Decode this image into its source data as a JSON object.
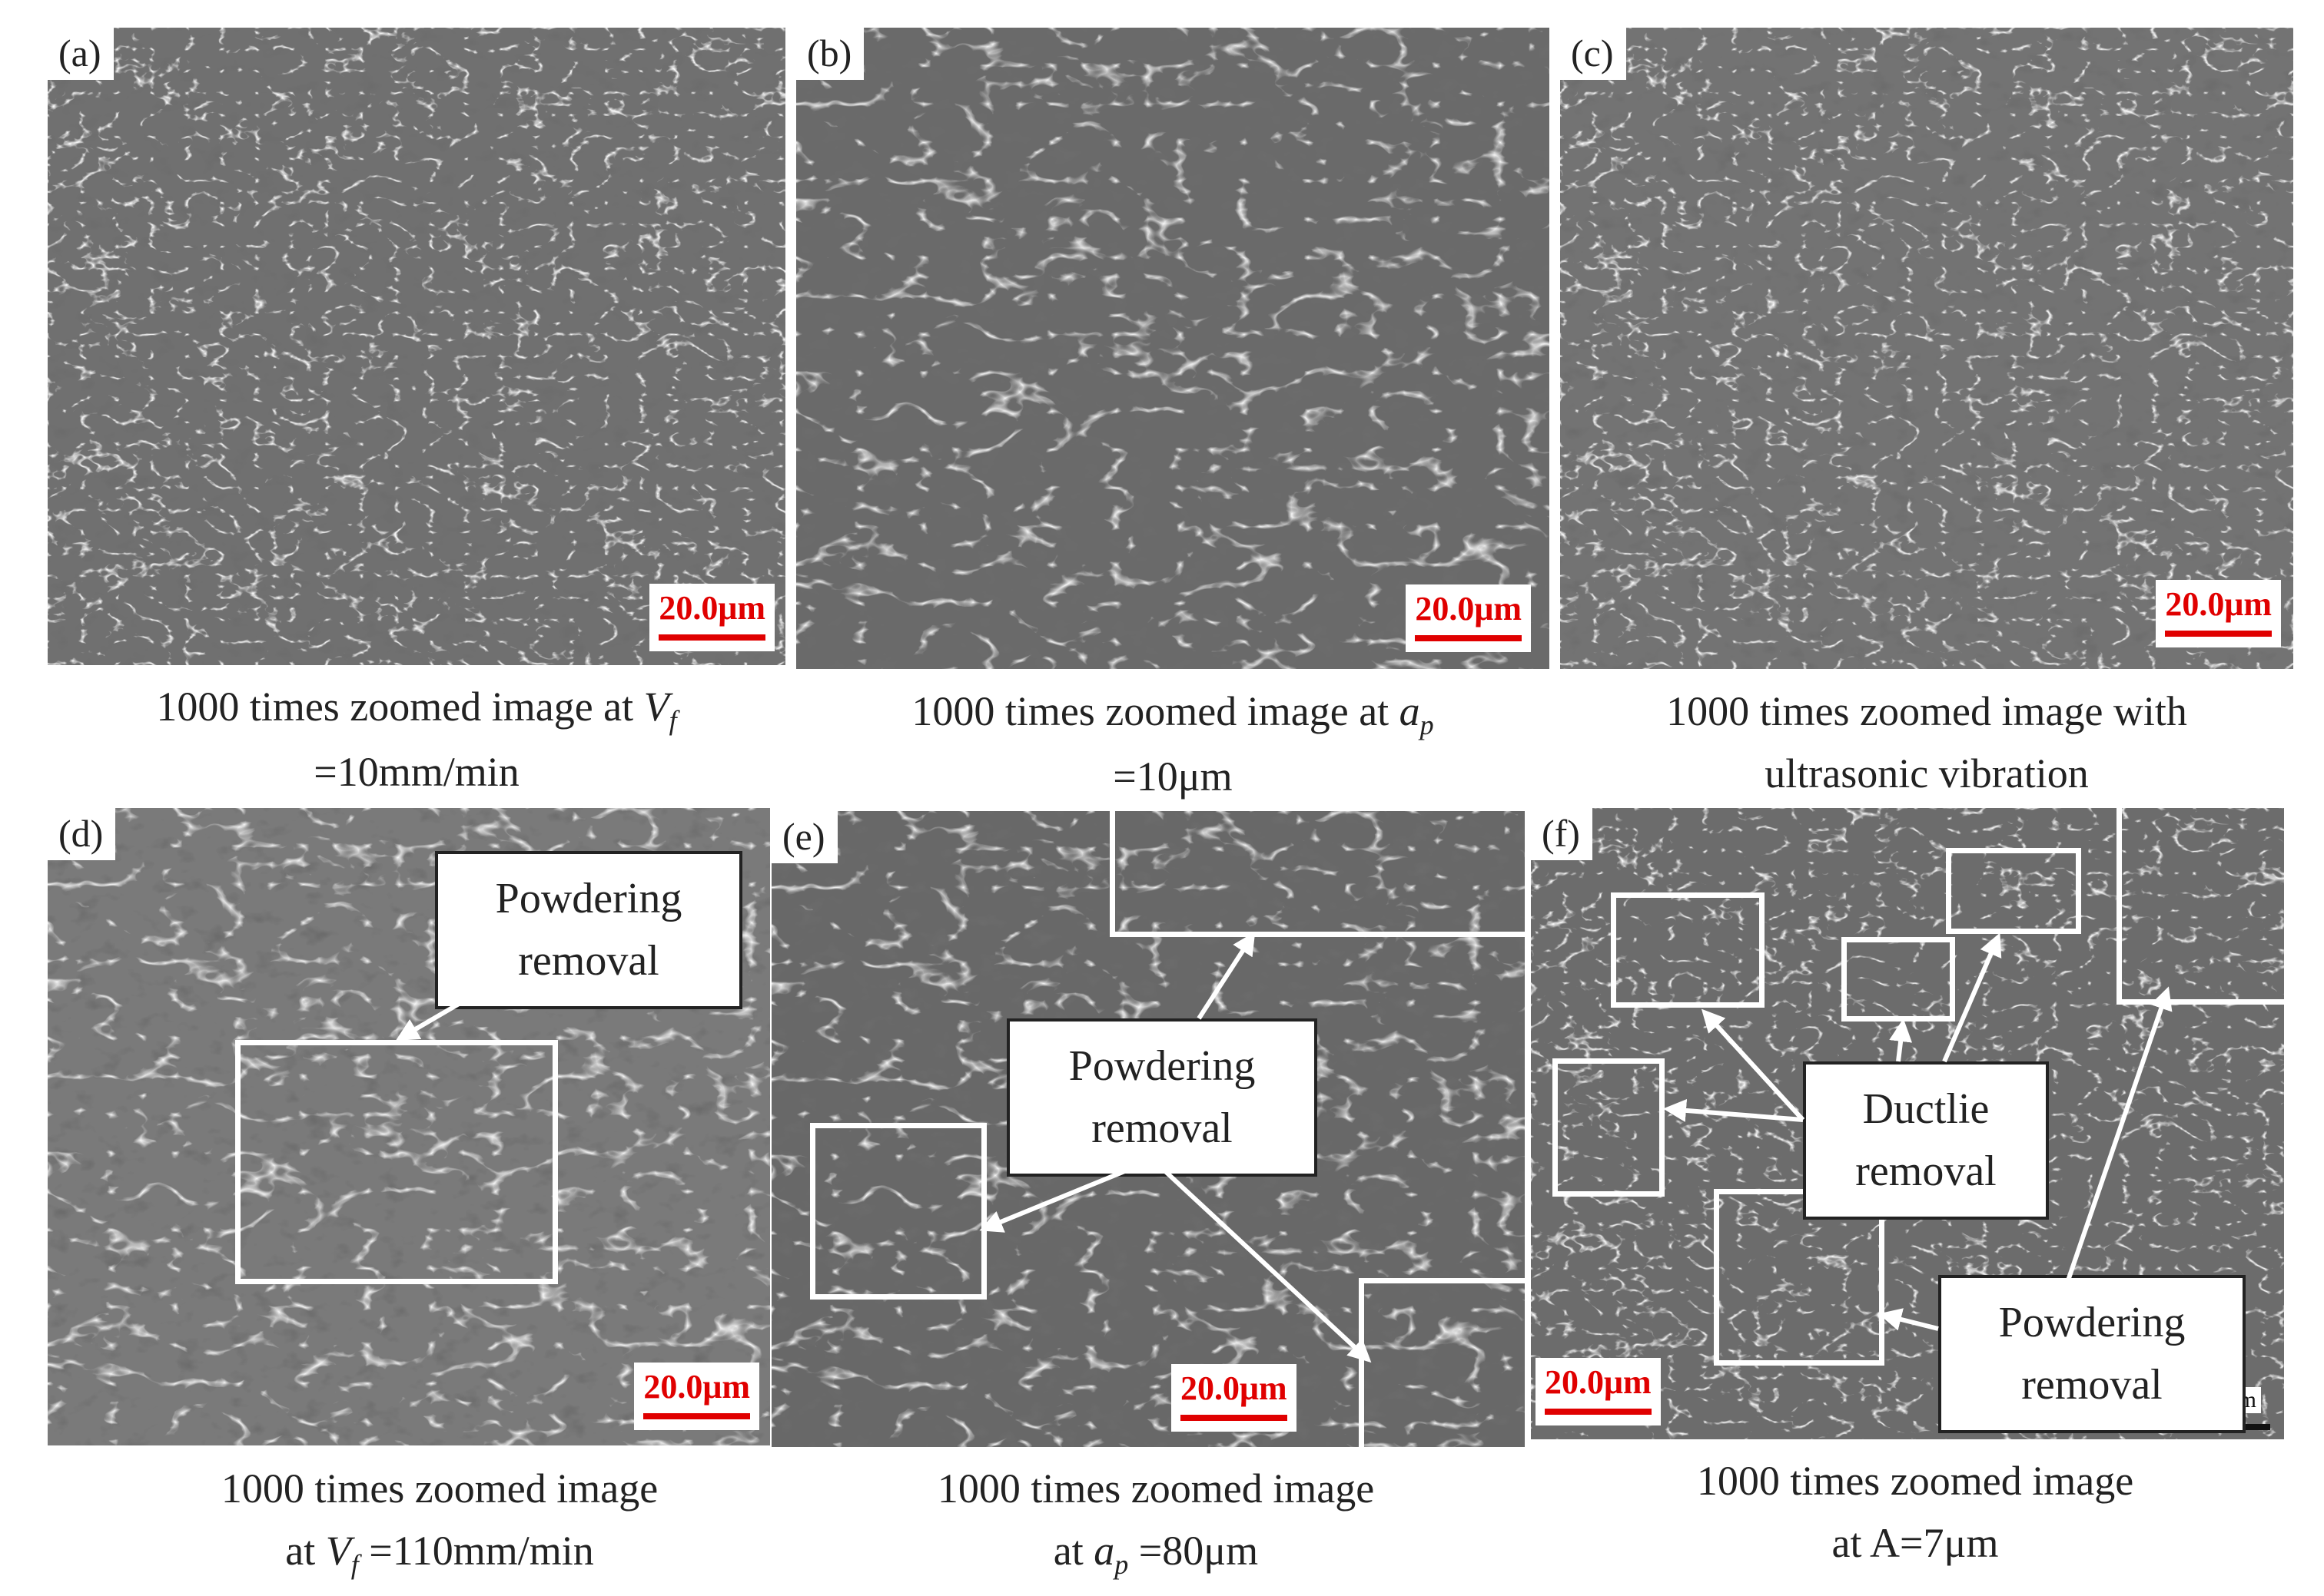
{
  "panels": {
    "a": {
      "label": "(a)",
      "scale": "20.0μm",
      "caption_line1": "1000 times zoomed image at ",
      "caption_var": "V",
      "caption_sub": "f",
      "caption_line2": "=10mm/min"
    },
    "b": {
      "label": "(b)",
      "scale": "20.0μm",
      "caption_line1": "1000 times zoomed image at ",
      "caption_var": "a",
      "caption_sub": "p",
      "caption_line2": "=10μm"
    },
    "c": {
      "label": "(c)",
      "scale": "20.0μm",
      "caption_line1": "1000 times zoomed image with",
      "caption_line2": "ultrasonic vibration"
    },
    "d": {
      "label": "(d)",
      "scale": "20.0μm",
      "callout": [
        "Powdering",
        "removal"
      ],
      "caption_line1": "1000 times zoomed image",
      "caption_prefix": "at ",
      "caption_var": "V",
      "caption_sub": "f",
      "caption_tail": " =110mm/min"
    },
    "e": {
      "label": "(e)",
      "scale": "20.0μm",
      "callout": [
        "Powdering",
        "removal"
      ],
      "caption_line1": "1000 times zoomed image",
      "caption_prefix": "at ",
      "caption_var": "a",
      "caption_sub": "p",
      "caption_tail": " =80μm"
    },
    "f": {
      "label": "(f)",
      "scale": "20.0μm",
      "callout1": [
        "Ductlie",
        "removal"
      ],
      "callout2": [
        "Powdering",
        "removal"
      ],
      "caption_line1": "1000 times zoomed image",
      "caption_line2": "at A=7μm",
      "corner_fragment": "m"
    }
  },
  "colors": {
    "scale_text": "#e00000",
    "scale_bar": "#e00000",
    "box": "#ffffff",
    "surface": "#6f6f6f"
  }
}
